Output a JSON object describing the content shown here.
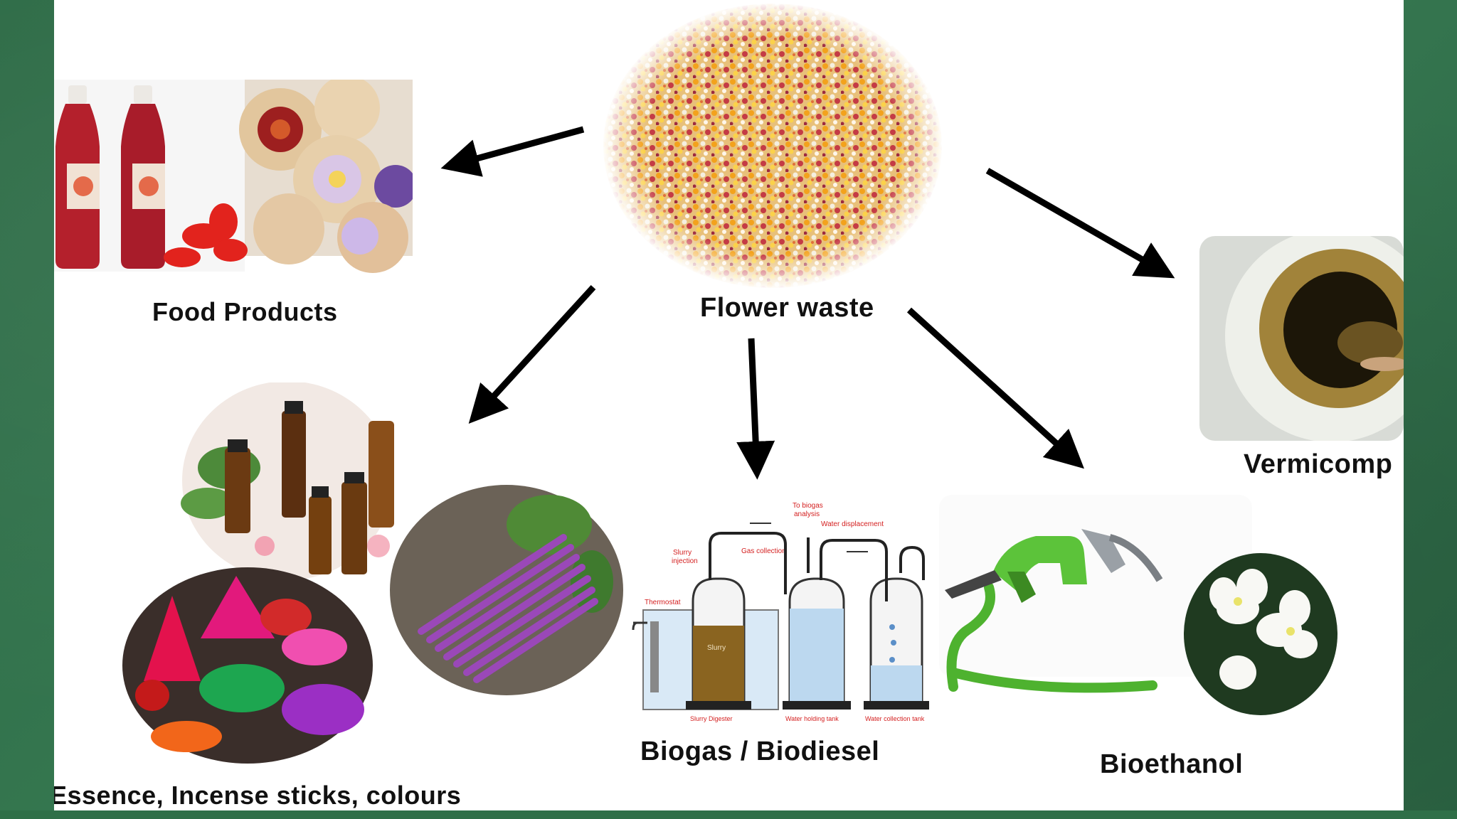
{
  "center": {
    "label": "Flower waste"
  },
  "branches": {
    "food": {
      "label": "Food Products"
    },
    "essence": {
      "label": "Essence, Incense sticks, colours"
    },
    "biogas": {
      "label": "Biogas / Biodiesel",
      "diagram": {
        "to_biogas": "To biogas",
        "analysis": "analysis",
        "water_displacement": "Water displacement",
        "slurry": "Slurry",
        "injection": "injection",
        "gas_collection": "Gas collection",
        "thermostat": "Thermostat",
        "slurry_inside": "Slurry",
        "slurry_digester": "Slurry Digester",
        "water_holding_tank": "Water holding tank",
        "water_collection_tank": "Water collection tank"
      }
    },
    "bioethanol": {
      "label": "Bioethanol"
    },
    "vermicompost": {
      "label": "Vermicomp"
    }
  },
  "colors": {
    "board": "#2f6b47",
    "arrow": "#000000",
    "diagram_red": "#d42020",
    "slurry_fill": "#8a6420",
    "water_fill": "#bcd8ef",
    "fuel_green": "#5cc33a"
  }
}
